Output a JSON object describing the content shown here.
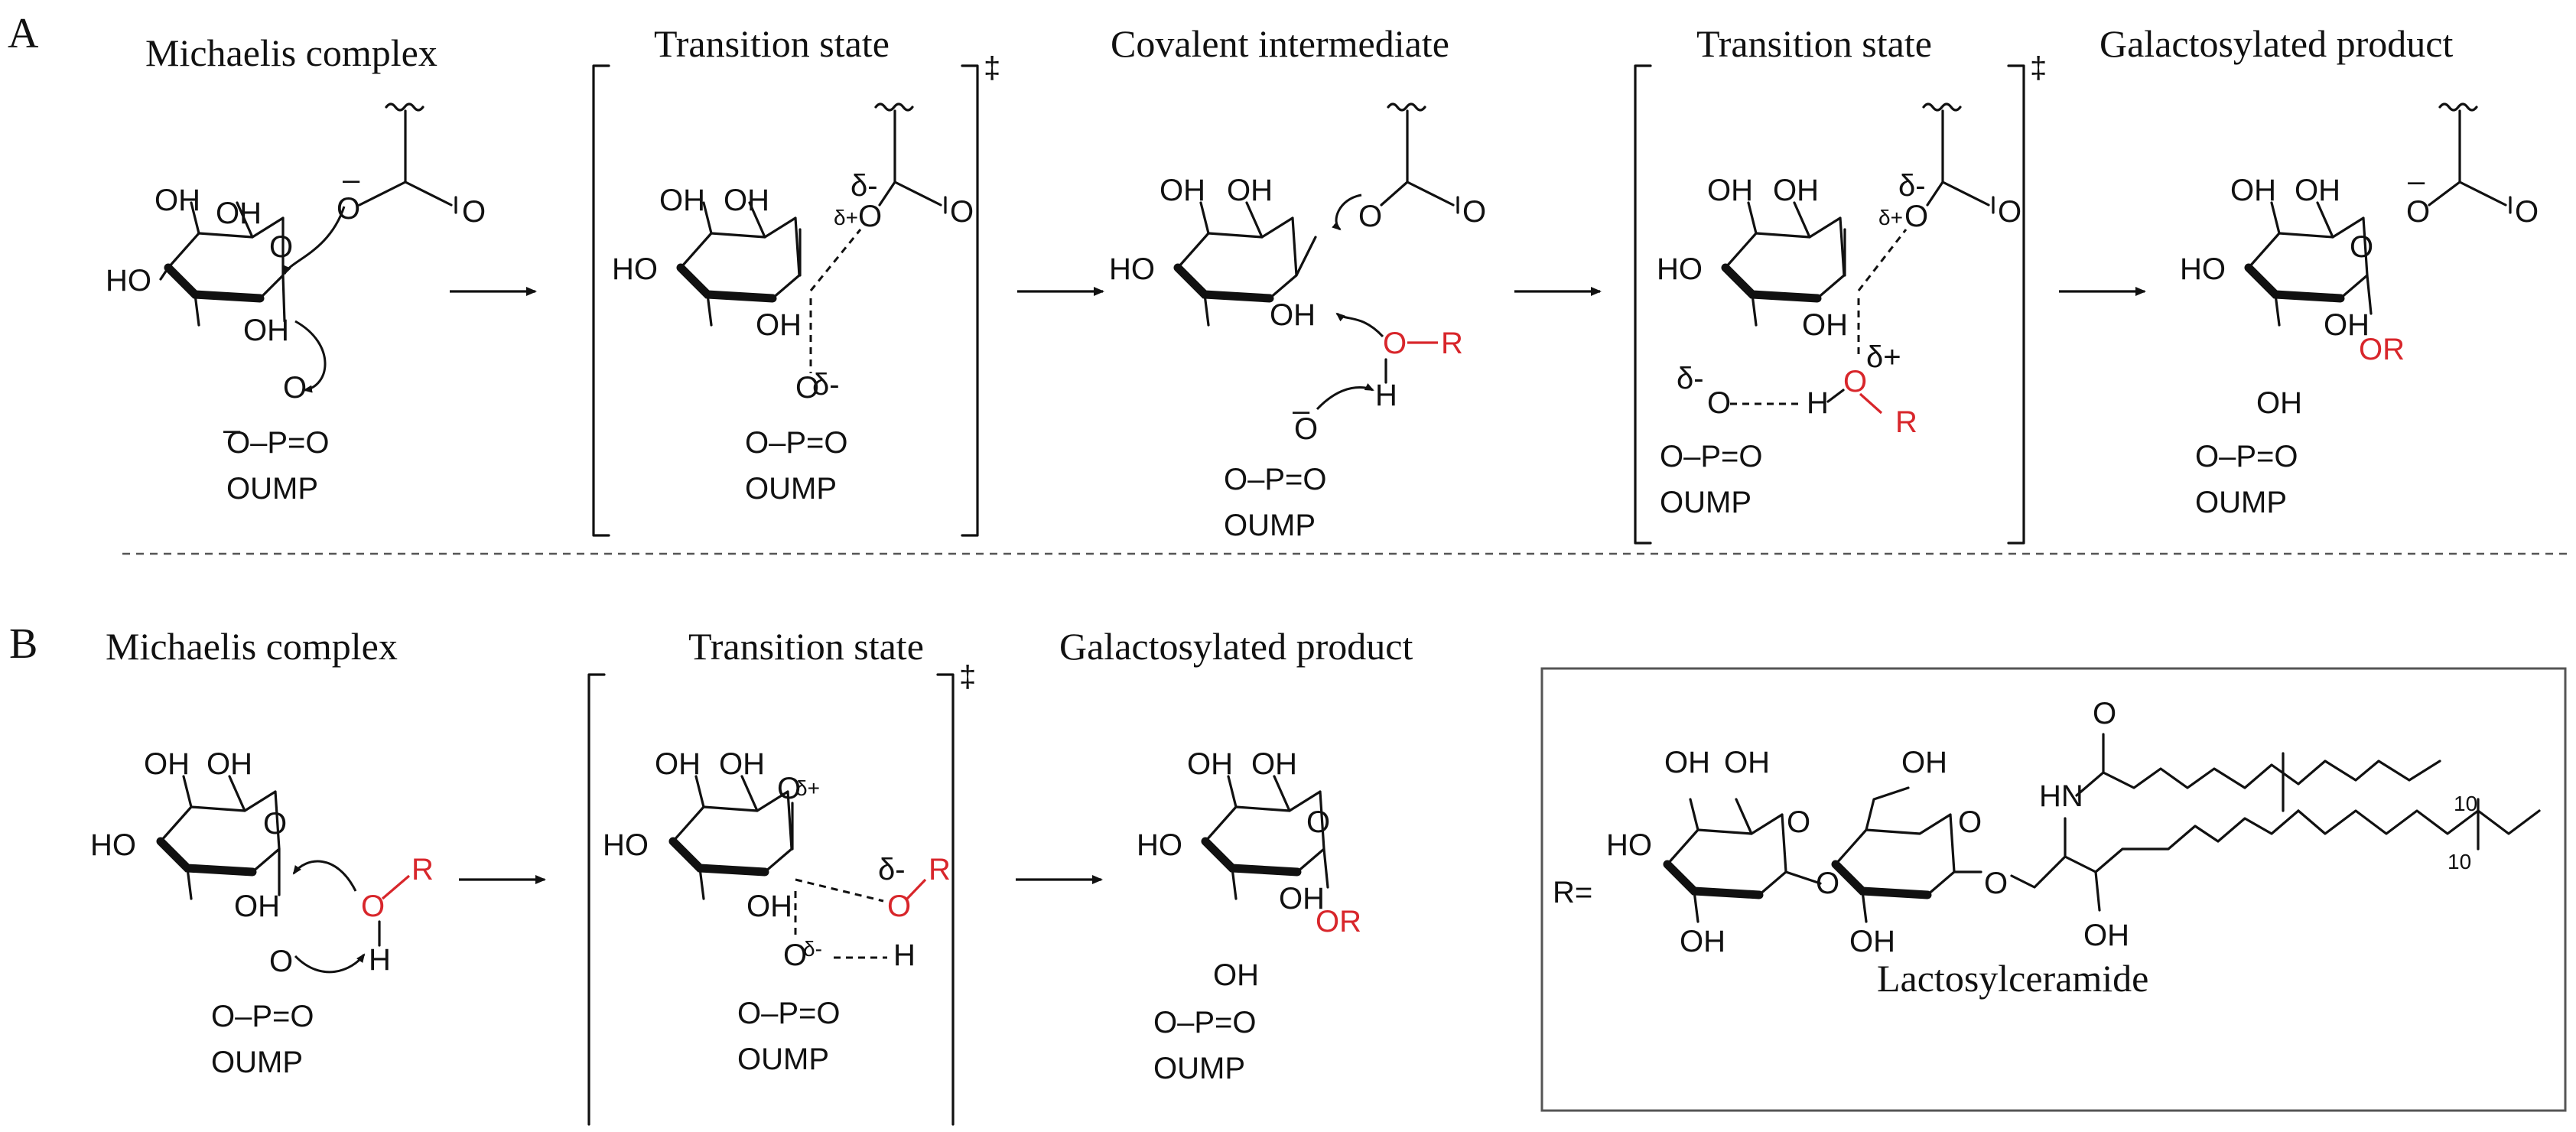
{
  "panels": {
    "a_label": "A",
    "b_label": "B"
  },
  "row_a": {
    "captions": [
      "Michaelis complex",
      "Transition state",
      "Covalent intermediate",
      "Transition state",
      "Galactosylated product"
    ]
  },
  "row_b": {
    "captions": [
      "Michaelis complex",
      "Transition state",
      "Galactosylated product"
    ]
  },
  "atoms": {
    "oh": "OH",
    "ho": "HO",
    "o": "O",
    "minus": "–",
    "p_unit": "O–P=O",
    "oump": "OUMP",
    "r": "R",
    "h": "H",
    "or": "OR",
    "delta_plus": "δ+",
    "delta_minus": "δ-",
    "dagger": "‡",
    "hn": "HN",
    "r_eq": "R=",
    "ten": "10"
  },
  "inset": {
    "name": "Lactosylceramide"
  },
  "colors": {
    "red": "#d8262b",
    "black": "#111111"
  }
}
